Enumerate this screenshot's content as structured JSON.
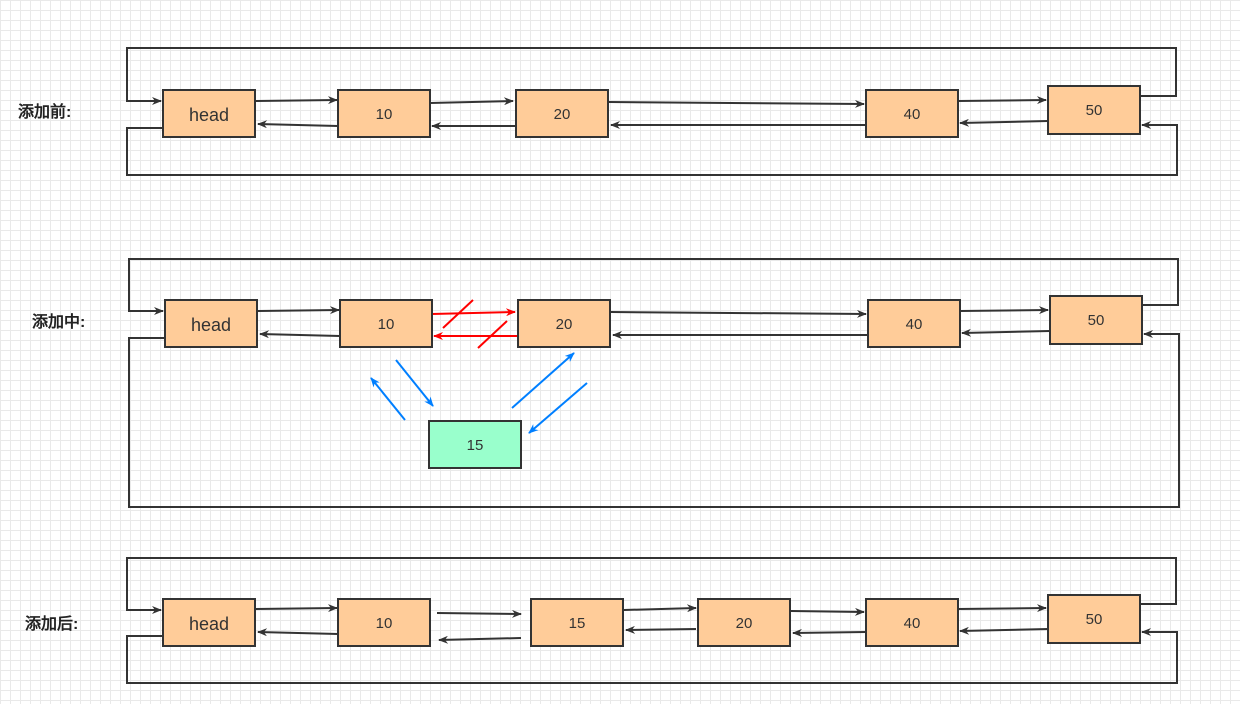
{
  "sections": [
    {
      "label": "添加前:",
      "nodes": [
        "head",
        "10",
        "20",
        "40",
        "50"
      ]
    },
    {
      "label": "添加中:",
      "nodes": [
        "head",
        "10",
        "20",
        "40",
        "50"
      ],
      "new_node": "15"
    },
    {
      "label": "添加后:",
      "nodes": [
        "head",
        "10",
        "15",
        "20",
        "40",
        "50"
      ]
    }
  ],
  "colors": {
    "node_fill": "#FFCC99",
    "new_node_fill": "#99FFCC",
    "border": "#333333",
    "removed_link": "#FF0000",
    "new_link": "#007FFF"
  }
}
